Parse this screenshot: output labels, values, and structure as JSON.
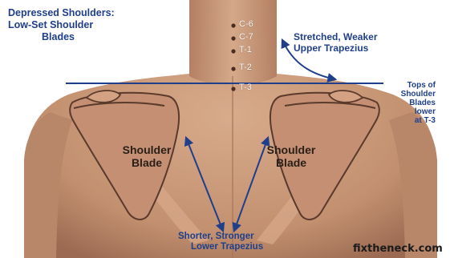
{
  "heading": {
    "line1": "Depressed Shoulders:",
    "line2": "Low-Set Shoulder",
    "line3": "Blades"
  },
  "vertebrae": [
    "C-6",
    "C-7",
    "T-1",
    "T-2",
    "T-3"
  ],
  "upper_trapezius": {
    "line1": "Stretched, Weaker",
    "line2": "Upper Trapezius"
  },
  "tops_note": [
    "Tops of",
    "Shoulder",
    "Blades",
    "lower",
    "at T-3"
  ],
  "left_blade": {
    "line1": "Shoulder",
    "line2": "Blade"
  },
  "right_blade": {
    "line1": "Shoulder",
    "line2": "Blade"
  },
  "lower_trapezius": {
    "line1": "Shorter, Stronger",
    "line2": "Lower Trapezius"
  },
  "credit": "fixtheneck.com",
  "colors": {
    "label_blue": "#1f3f8a",
    "skin": "#c99878",
    "skin_shadow": "#a8745a",
    "outline": "#5a3a2c",
    "background": "#ffffff"
  }
}
